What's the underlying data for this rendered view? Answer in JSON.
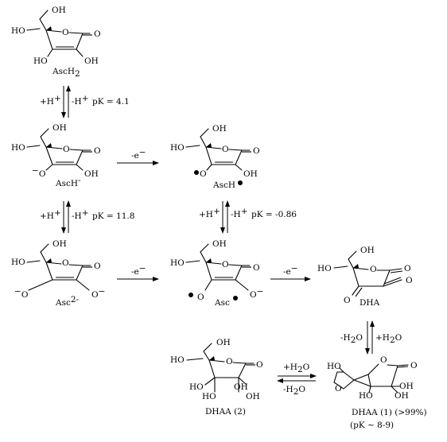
{
  "molecules": {
    "asch2": {
      "OH_top": "OH",
      "HO_left": "HO",
      "O_ring": "O",
      "O_carbonyl": "O",
      "HO_bl": "HO",
      "OH_br": "OH",
      "name": "AscH",
      "name_sub": "2"
    },
    "asch_minus": {
      "OH_top": "OH",
      "HO_left": "HO",
      "O_ring": "O",
      "O_carbonyl": "O",
      "O_minus": "O",
      "OH_br": "OH",
      "name": "AscH",
      "name_sup": "-"
    },
    "asch_radical": {
      "OH_top": "OH",
      "HO_left": "HO",
      "O_ring": "O",
      "O_carbonyl": "O",
      "O_rad": "O",
      "OH_br": "OH",
      "name": "AscH"
    },
    "asc2_minus": {
      "OH_top": "OH",
      "HO_left": "HO",
      "O_ring": "O",
      "O_carbonyl": "O",
      "O_minus_l": "O",
      "O_minus_r": "O",
      "name": "Asc",
      "name_sup": "2-"
    },
    "asc_radical": {
      "OH_top": "OH",
      "HO_left": "HO",
      "O_ring": "O",
      "O_carbonyl": "O",
      "O_rad": "O",
      "O_minus_r": "O",
      "name": "Asc"
    },
    "dha": {
      "OH_top": "OH",
      "HO_left": "HO",
      "O_ring": "O",
      "O_carbonyl": "O",
      "O_right": "O",
      "O_bl": "O",
      "name": "DHA"
    },
    "dhaa2": {
      "OH_top": "OH",
      "HO_left": "HO",
      "O_ring": "O",
      "O_carbonyl": "O",
      "HO_a": "HO",
      "OH_a": "OH",
      "HO_b": "HO",
      "OH_b": "OH",
      "name": "DHAA (2)"
    },
    "dhaa1": {
      "HO_top": "HO",
      "O_top": "O",
      "O_carbonyl": "O",
      "O_bottom": "O",
      "HO_b": "HO",
      "OH_b": "OH",
      "OH_r": "OH",
      "name": "DHAA (1) (>99%)",
      "pk": "(pK ~ 8-9)"
    }
  },
  "equilibria": {
    "eq1": {
      "left": "+H",
      "left_sup": "+",
      "right": "-H",
      "right_sup": "+",
      "pk": "pK = 4.1"
    },
    "eq2": {
      "left": "+H",
      "left_sup": "+",
      "right": "-H",
      "right_sup": "+",
      "pk": "pK = 11.8"
    },
    "eq3": {
      "left": "+H",
      "left_sup": "+",
      "right": "-H",
      "right_sup": "+",
      "pk": "pK = -0.86"
    },
    "eq4": {
      "left": "-H",
      "left_sub": "2",
      "left_end": "O",
      "right": "+H",
      "right_sub": "2",
      "right_end": "O"
    },
    "eq5": {
      "top": "+H",
      "top_sub": "2",
      "top_end": "O",
      "bottom": "-H",
      "bottom_sub": "2",
      "bottom_end": "O"
    }
  },
  "reactions": {
    "ox1": {
      "label": "-e",
      "label_sup": "−"
    },
    "ox2": {
      "label": "-e",
      "label_sup": "−"
    },
    "ox3": {
      "label": "-e",
      "label_sup": "−"
    }
  }
}
